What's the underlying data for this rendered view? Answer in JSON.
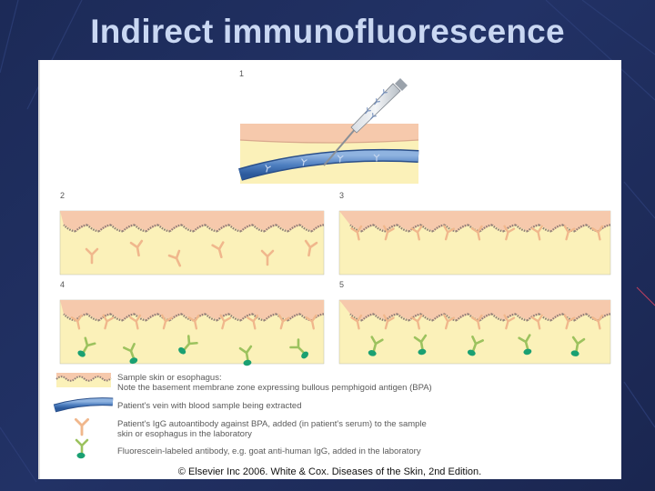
{
  "slide": {
    "title": "Indirect immunofluorescence"
  },
  "figure": {
    "panels": [
      {
        "number": "1"
      },
      {
        "number": "2"
      },
      {
        "number": "3"
      },
      {
        "number": "4"
      },
      {
        "number": "5"
      }
    ],
    "legend": [
      {
        "text": "Sample skin or esophagus:\nNote the basement membrane zone expressing bullous pemphigoid antigen (BPA)",
        "icon": "skin-sample-icon"
      },
      {
        "text": "Patient's vein with blood sample being extracted",
        "icon": "vein-icon"
      },
      {
        "text": "Patient's IgG autoantibody against BPA, added (in patient's serum) to the sample\nskin or esophagus in the laboratory",
        "icon": "igg-antibody-icon"
      },
      {
        "text": "Fluorescein-labeled antibody, e.g. goat anti-human IgG, added in the laboratory",
        "icon": "labeled-antibody-icon"
      }
    ],
    "copyright": "© Elsevier Inc 2006. White & Cox. Diseases of the Skin, 2nd Edition."
  },
  "colors": {
    "background": "#1f2d5c",
    "title": "#c9d7f2",
    "epidermis": "#f6c9ac",
    "dermis": "#fbf1b9",
    "vein": "#5585c4",
    "antibody": "#f0b78c",
    "labeled_antibody": "#9cc25e",
    "fluorescein": "#1aa072"
  }
}
